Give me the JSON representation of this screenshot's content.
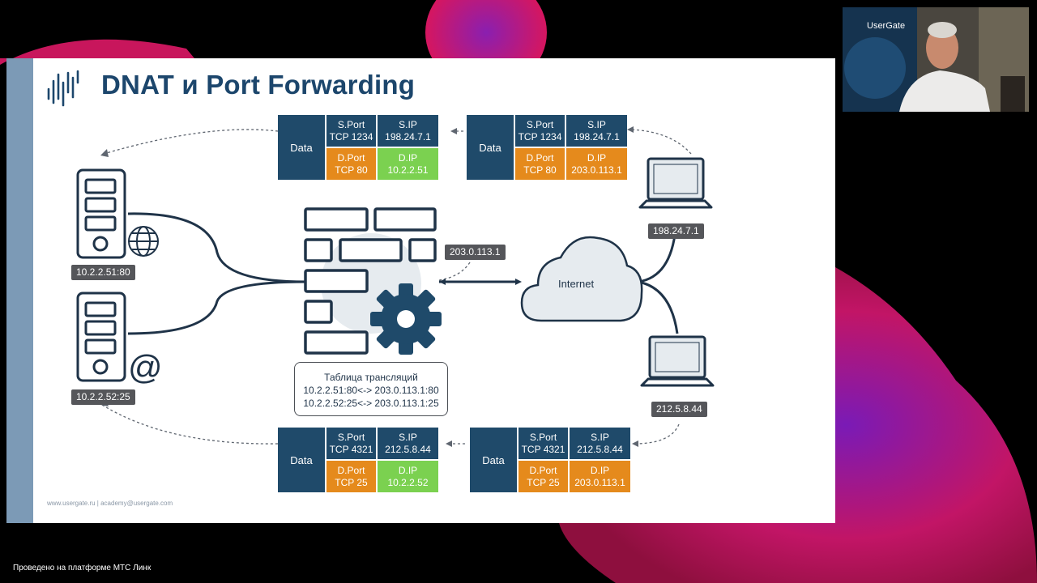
{
  "slide": {
    "title": "DNAT и Port Forwarding",
    "footer": "www.usergate.ru | academy@usergate.com",
    "internet_label": "Internet",
    "firewall_ip": "203.0.113.1",
    "servers": [
      {
        "addr": "10.2.2.51:80",
        "icon": "globe-icon"
      },
      {
        "addr": "10.2.2.52:25",
        "icon": "at-sign-icon"
      }
    ],
    "clients": [
      {
        "ip": "198.24.7.1"
      },
      {
        "ip": "212.5.8.44"
      }
    ],
    "translation_table": {
      "title": "Таблица трансляций",
      "rows": [
        "10.2.2.51:80<-> 203.0.113.1:80",
        "10.2.2.52:25<-> 203.0.113.1:25"
      ]
    },
    "packets": [
      {
        "data": "Data",
        "sport_h": "S.Port",
        "sport_v": "TCP 1234",
        "sip_h": "S.IP",
        "sip_v": "198.24.7.1",
        "dport_h": "D.Port",
        "dport_v": "TCP 80",
        "dip_h": "D.IP",
        "dip_v": "10.2.2.51"
      },
      {
        "data": "Data",
        "sport_h": "S.Port",
        "sport_v": "TCP 1234",
        "sip_h": "S.IP",
        "sip_v": "198.24.7.1",
        "dport_h": "D.Port",
        "dport_v": "TCP 80",
        "dip_h": "D.IP",
        "dip_v": "203.0.113.1"
      },
      {
        "data": "Data",
        "sport_h": "S.Port",
        "sport_v": "TCP 4321",
        "sip_h": "S.IP",
        "sip_v": "212.5.8.44",
        "dport_h": "D.Port",
        "dport_v": "TCP 25",
        "dip_h": "D.IP",
        "dip_v": "10.2.2.52"
      },
      {
        "data": "Data",
        "sport_h": "S.Port",
        "sport_v": "TCP 4321",
        "sip_h": "S.IP",
        "sip_v": "212.5.8.44",
        "dport_h": "D.Port",
        "dport_v": "TCP 25",
        "dip_h": "D.IP",
        "dip_v": "203.0.113.1"
      }
    ]
  },
  "webcam": {
    "brand": "UserGate"
  },
  "footer_text": "Проведено на платформе МТС Линк",
  "colors": {
    "navy": "#1f4a6a",
    "orange": "#e58a1c",
    "green": "#7bd150",
    "title": "#1c466c",
    "tag": "#55565a"
  }
}
